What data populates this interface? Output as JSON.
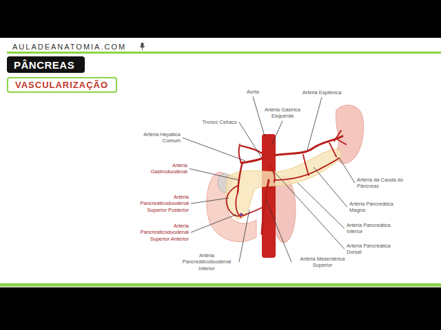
{
  "diagram": {
    "nodes": [
      {
        "text": [
          "PÂNCREAS"
        ]
      },
      {
        "text": [
          "VASCULARIZAÇÃO"
        ]
      }
    ],
    "labels": [
      "AULADEANATOMIA.COM",
      "Aorta",
      "Artéria Gástrica Esquerda",
      "Artéria Esplênica",
      "Tronco Celíaco",
      "Artéria Hepática Comum",
      "Artéria Gastroduodenal",
      "Artéria Pancreaticoduodenal Superior Posterior",
      "Artéria Pancreaticoduodenal Superior Anterior",
      "Artéria Pancreaticoduodenal Inferior",
      "Artéria Mesentérica Superior",
      "Artéria Pancreática Dorsal",
      "Artéria Pancreática Inferior",
      "Artéria Pancreática Magna",
      "Artéria da Cauda do Pâncreas"
    ]
  }
}
